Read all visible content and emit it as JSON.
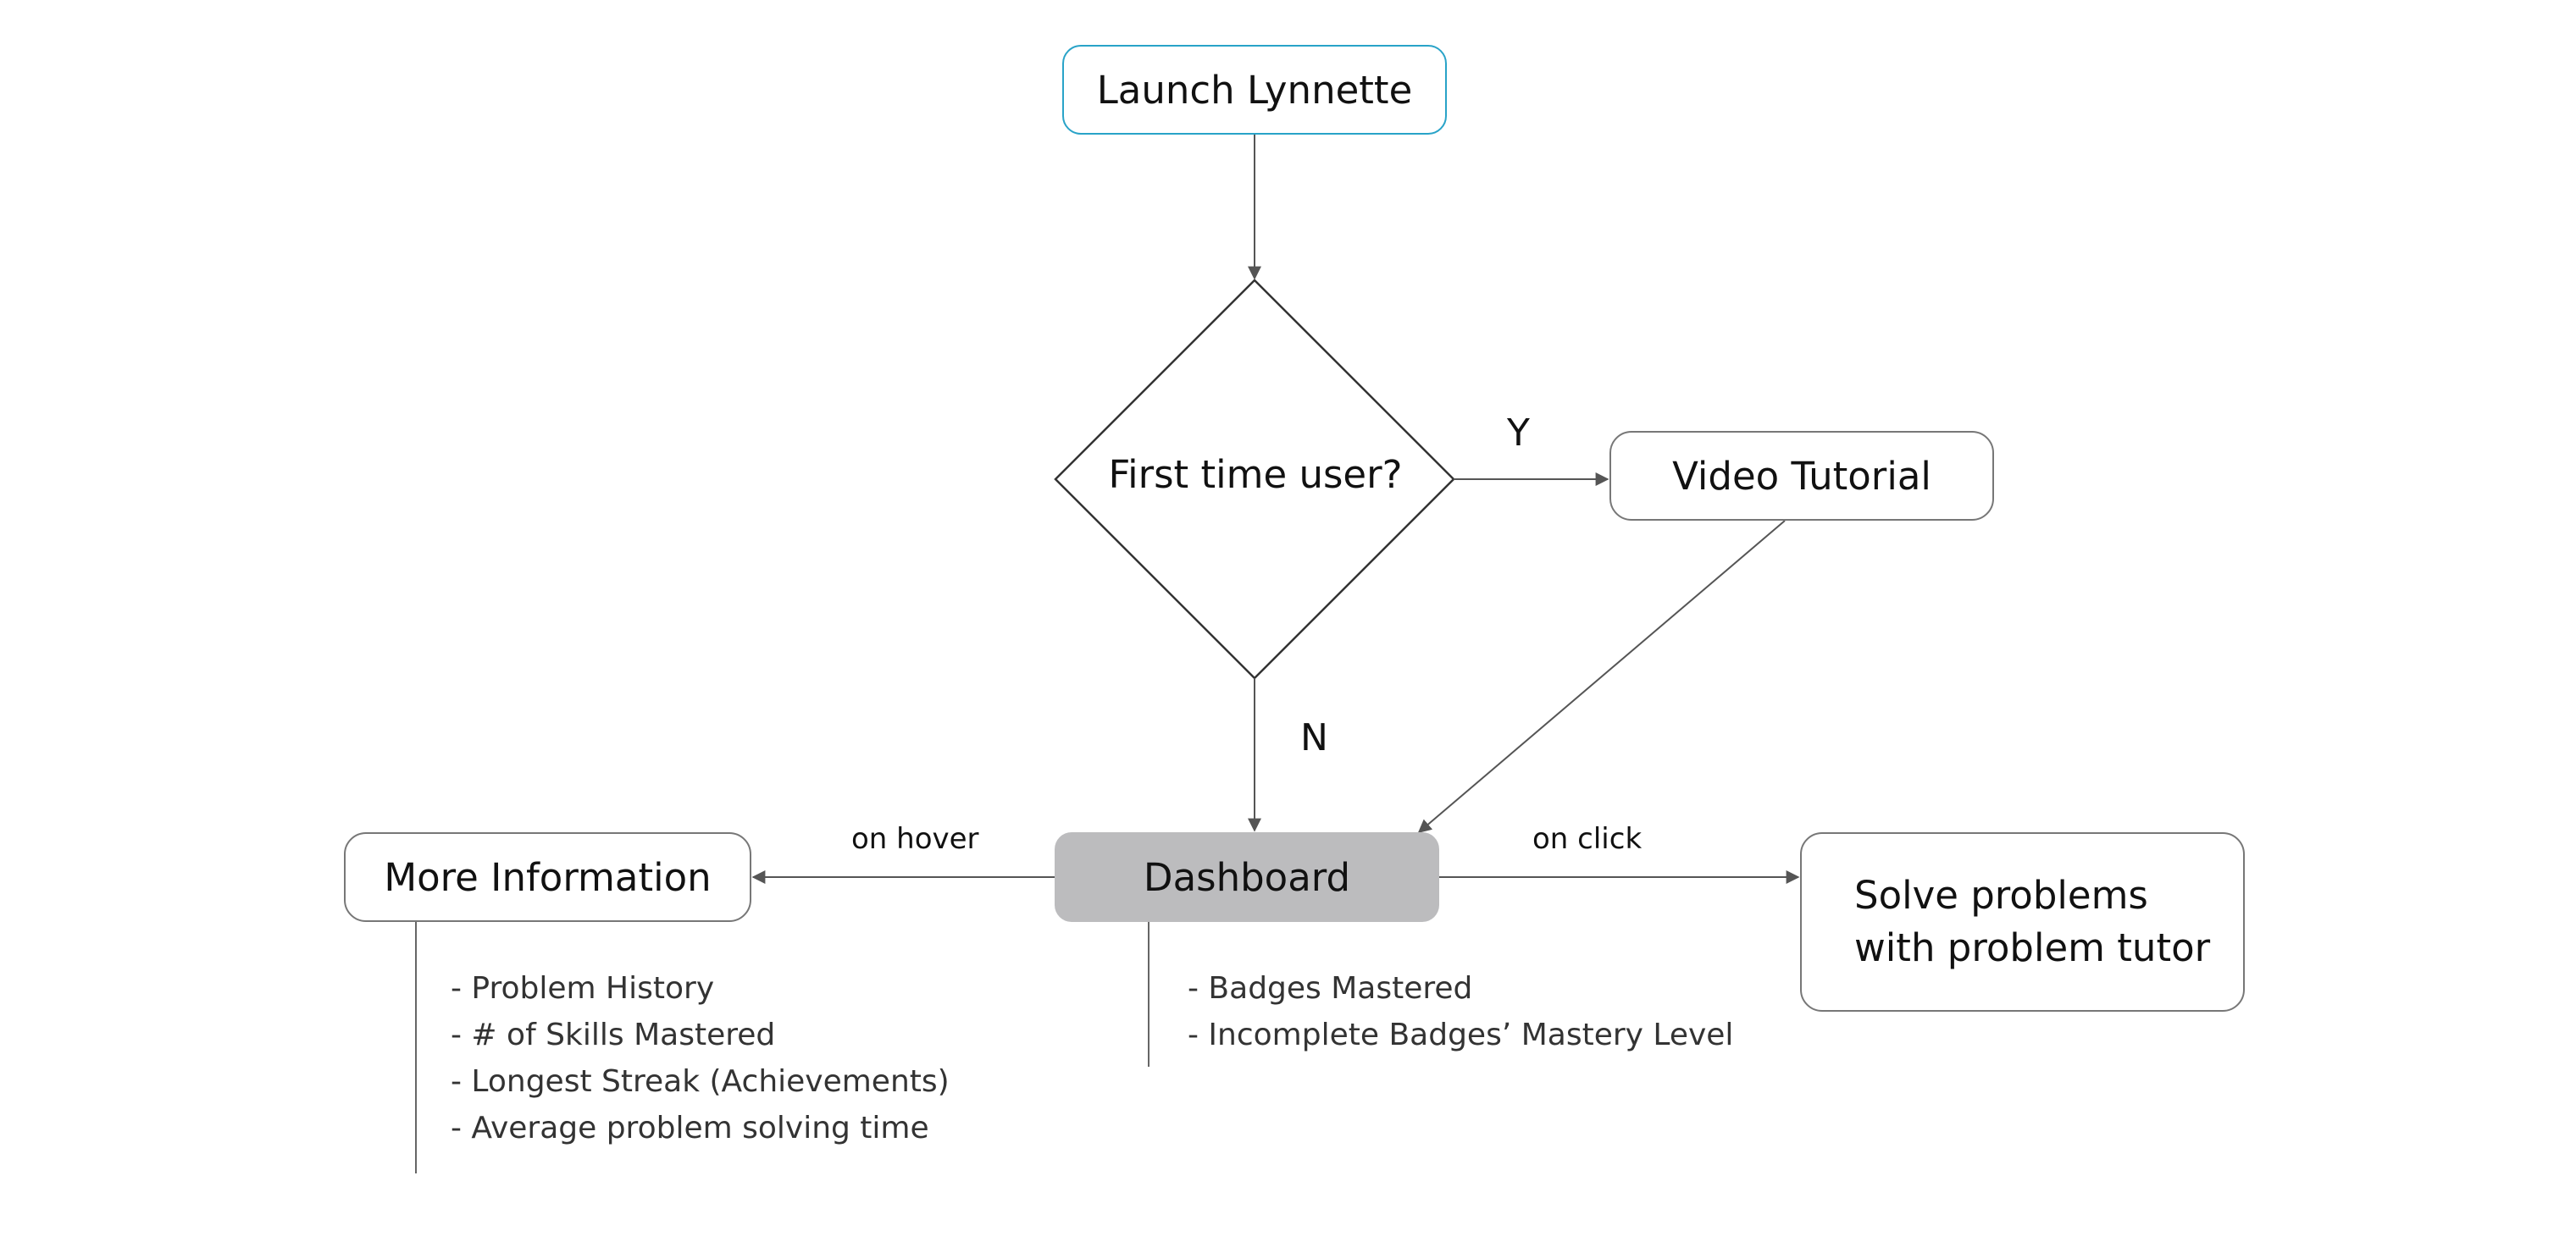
{
  "nodes": {
    "start": "Launch Lynnette",
    "decision": "First time user?",
    "video": "Video Tutorial",
    "dashboard": "Dashboard",
    "more": "More Information",
    "solve": "Solve problems\nwith problem tutor"
  },
  "edge_labels": {
    "yes": "Y",
    "no": "N",
    "hover": "on hover",
    "click": "on click"
  },
  "more_info_items": [
    "- Problem History",
    "- # of Skills Mastered",
    "- Longest Streak (Achievements)",
    "- Average problem solving time"
  ],
  "dashboard_items": [
    "- Badges Mastered",
    "- Incomplete Badges’ Mastery Level"
  ],
  "colors": {
    "start_border": "#29a3c8",
    "dashboard_fill": "#bcbcbe",
    "line": "#555555"
  }
}
